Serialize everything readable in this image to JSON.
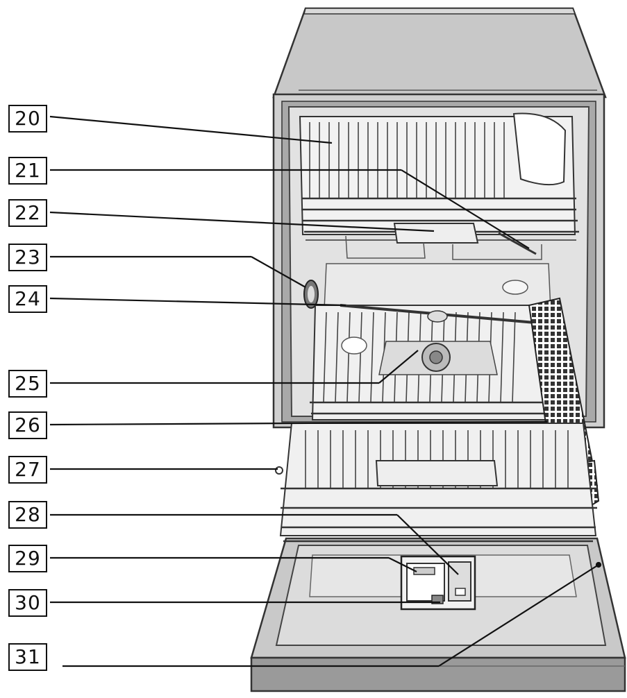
{
  "diagram": {
    "subject": "dishwasher interior parts callout diagram",
    "callouts": [
      {
        "number": "20",
        "target": "upper-rack"
      },
      {
        "number": "21",
        "target": "upper-spray-arm"
      },
      {
        "number": "22",
        "target": "upper-rack-handle"
      },
      {
        "number": "23",
        "target": "side-vent"
      },
      {
        "number": "24",
        "target": "middle-spray-arm"
      },
      {
        "number": "25",
        "target": "lower-spray-arm"
      },
      {
        "number": "26",
        "target": "cutlery-basket"
      },
      {
        "number": "27",
        "target": "lower-rack"
      },
      {
        "number": "28",
        "target": "detergent-dispenser"
      },
      {
        "number": "29",
        "target": "rinse-aid-dispenser"
      },
      {
        "number": "30",
        "target": "dispenser-latch"
      },
      {
        "number": "31",
        "target": "door-seal"
      }
    ]
  }
}
